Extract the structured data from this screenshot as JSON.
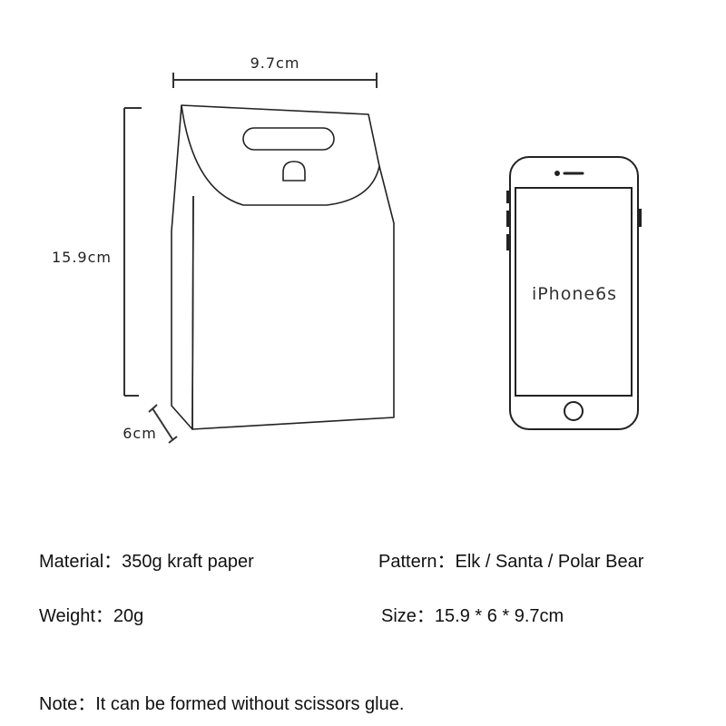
{
  "dimensions": {
    "width_label": "9.7cm",
    "height_label": "15.9cm",
    "depth_label": "6cm"
  },
  "phone": {
    "model_label": "iPhone6s"
  },
  "specs": {
    "material": {
      "label": "Material",
      "value": "350g kraft paper"
    },
    "pattern": {
      "label": "Pattern",
      "value": "Elk / Santa / Polar Bear"
    },
    "weight": {
      "label": "Weight",
      "value": "20g"
    },
    "size": {
      "label": "Size",
      "value": "15.9 * 6 * 9.7cm"
    },
    "note": {
      "label": "Note",
      "value": "It can be formed without scissors glue."
    }
  }
}
